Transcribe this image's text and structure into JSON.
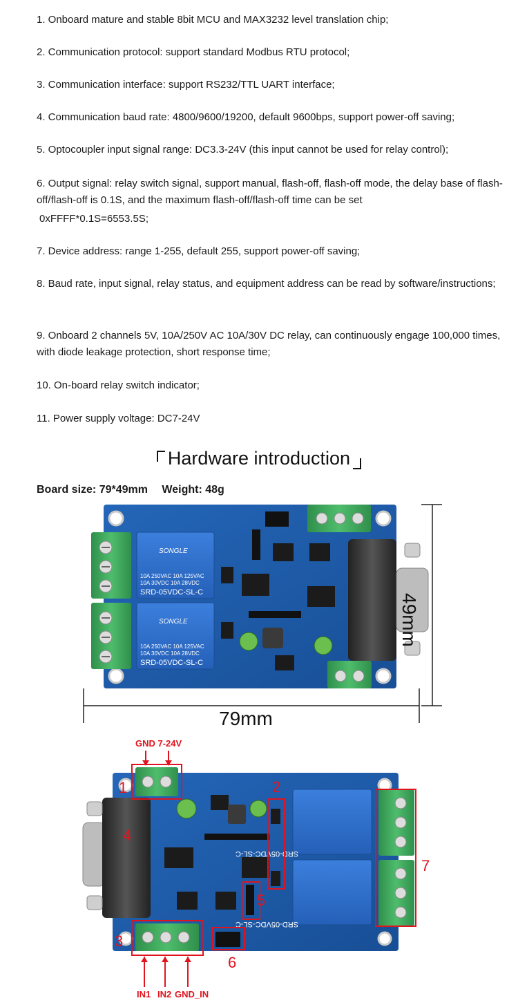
{
  "specs": [
    "1. Onboard mature and stable 8bit MCU and MAX3232 level translation chip;",
    "2. Communication protocol: support standard Modbus RTU protocol;",
    "3. Communication interface: support RS232/TTL UART interface;",
    "4. Communication baud rate: 4800/9600/19200, default 9600bps, support power-off saving;",
    "5. Optocoupler input signal range: DC3.3-24V (this input cannot be used for relay control);",
    "6. Output signal: relay switch signal, support manual, flash-off, flash-off mode, the delay base of flash-off/flash-off is 0.1S, and the maximum flash-off/flash-off time can be set",
    "0xFFFF*0.1S=6553.5S;",
    "7. Device address: range 1-255, default 255, support power-off saving;",
    "8. Baud rate, input signal, relay status, and equipment address can be read by software/instructions;",
    "9. Onboard 2 channels 5V, 10A/250V AC 10A/30V DC relay, can continuously engage 100,000 times, with diode leakage protection, short response time;",
    "10. On-board relay switch indicator;",
    "11. Power supply voltage: DC7-24V"
  ],
  "hardware": {
    "title": "Hardware introduction",
    "board_size": "Board size: 79*49mm",
    "weight": "Weight: 48g",
    "dim_height": "49mm",
    "dim_width": "79mm"
  },
  "relay_text": {
    "brand": "SONGLE",
    "line1": "10A 250VAC  10A 125VAC",
    "line2": "10A  30VDC  10A  28VDC",
    "model": "SRD-05VDC-SL-C"
  },
  "annotations": {
    "power": "GND 7-24V",
    "in1": "IN1",
    "in2": "IN2",
    "gnd_in": "GND_IN",
    "n1": "1",
    "n2": "2",
    "n3": "3",
    "n4": "4",
    "n5": "5",
    "n6": "6",
    "n7": "7"
  },
  "colors": {
    "pcb": "#1f5fb0",
    "terminal": "#3aa35a",
    "relay": "#2d6fd0",
    "annotation": "#e0141e"
  }
}
